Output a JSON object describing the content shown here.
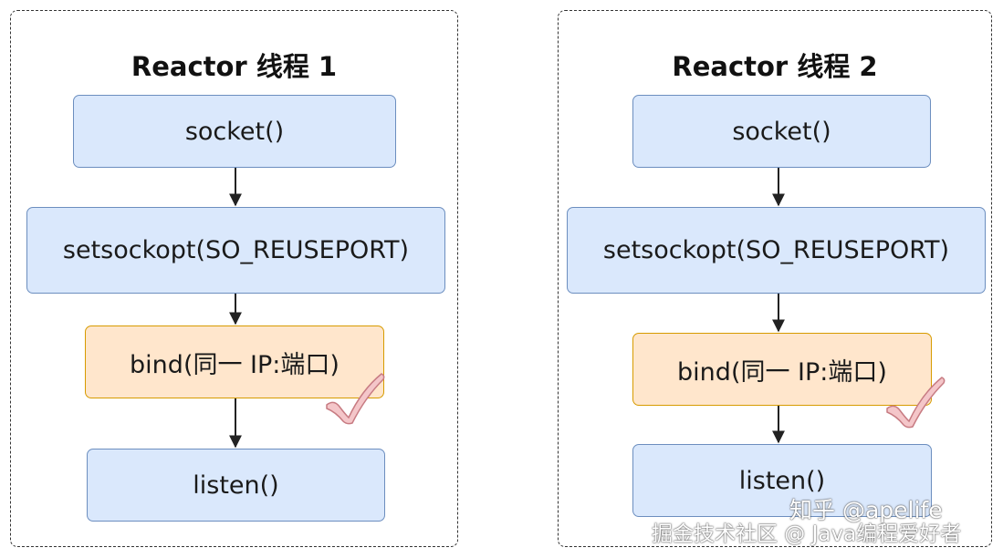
{
  "left": {
    "title": "Reactor 线程 1",
    "steps": [
      "socket()",
      "setsockopt(SO_REUSEPORT)",
      "bind(同一 IP:端口)",
      "listen()"
    ]
  },
  "right": {
    "title": "Reactor 线程 2",
    "steps": [
      "socket()",
      "setsockopt(SO_REUSEPORT)",
      "bind(同一 IP:端口)",
      "listen()"
    ]
  },
  "watermark": {
    "line1": "知乎 @apelife",
    "line2": "掘金技术社区 @ Java编程爱好者"
  },
  "colors": {
    "step_fill": "#dae8fc",
    "step_border": "#6c8ebf",
    "bind_fill": "#ffe6cc",
    "bind_border": "#d79b00",
    "check": "#f4c6c9"
  }
}
